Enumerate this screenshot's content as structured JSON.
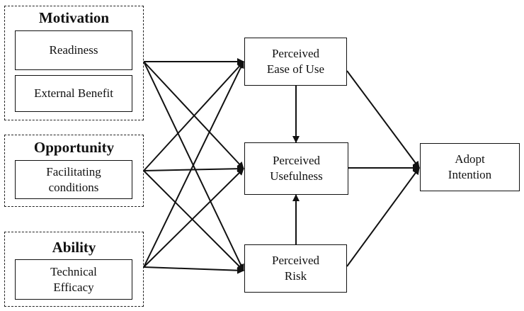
{
  "groups": {
    "motivation": {
      "title": "Motivation",
      "items": [
        "Readiness",
        "External Benefit"
      ]
    },
    "opportunity": {
      "title": "Opportunity",
      "items": [
        "Facilitating\nconditions"
      ]
    },
    "ability": {
      "title": "Ability",
      "items": [
        "Technical\nEfficacy"
      ]
    }
  },
  "constructs": {
    "ease": "Perceived\nEase of Use",
    "usefulness": "Perceived\nUsefulness",
    "risk": "Perceived\nRisk",
    "intention": "Adopt\nIntention"
  }
}
